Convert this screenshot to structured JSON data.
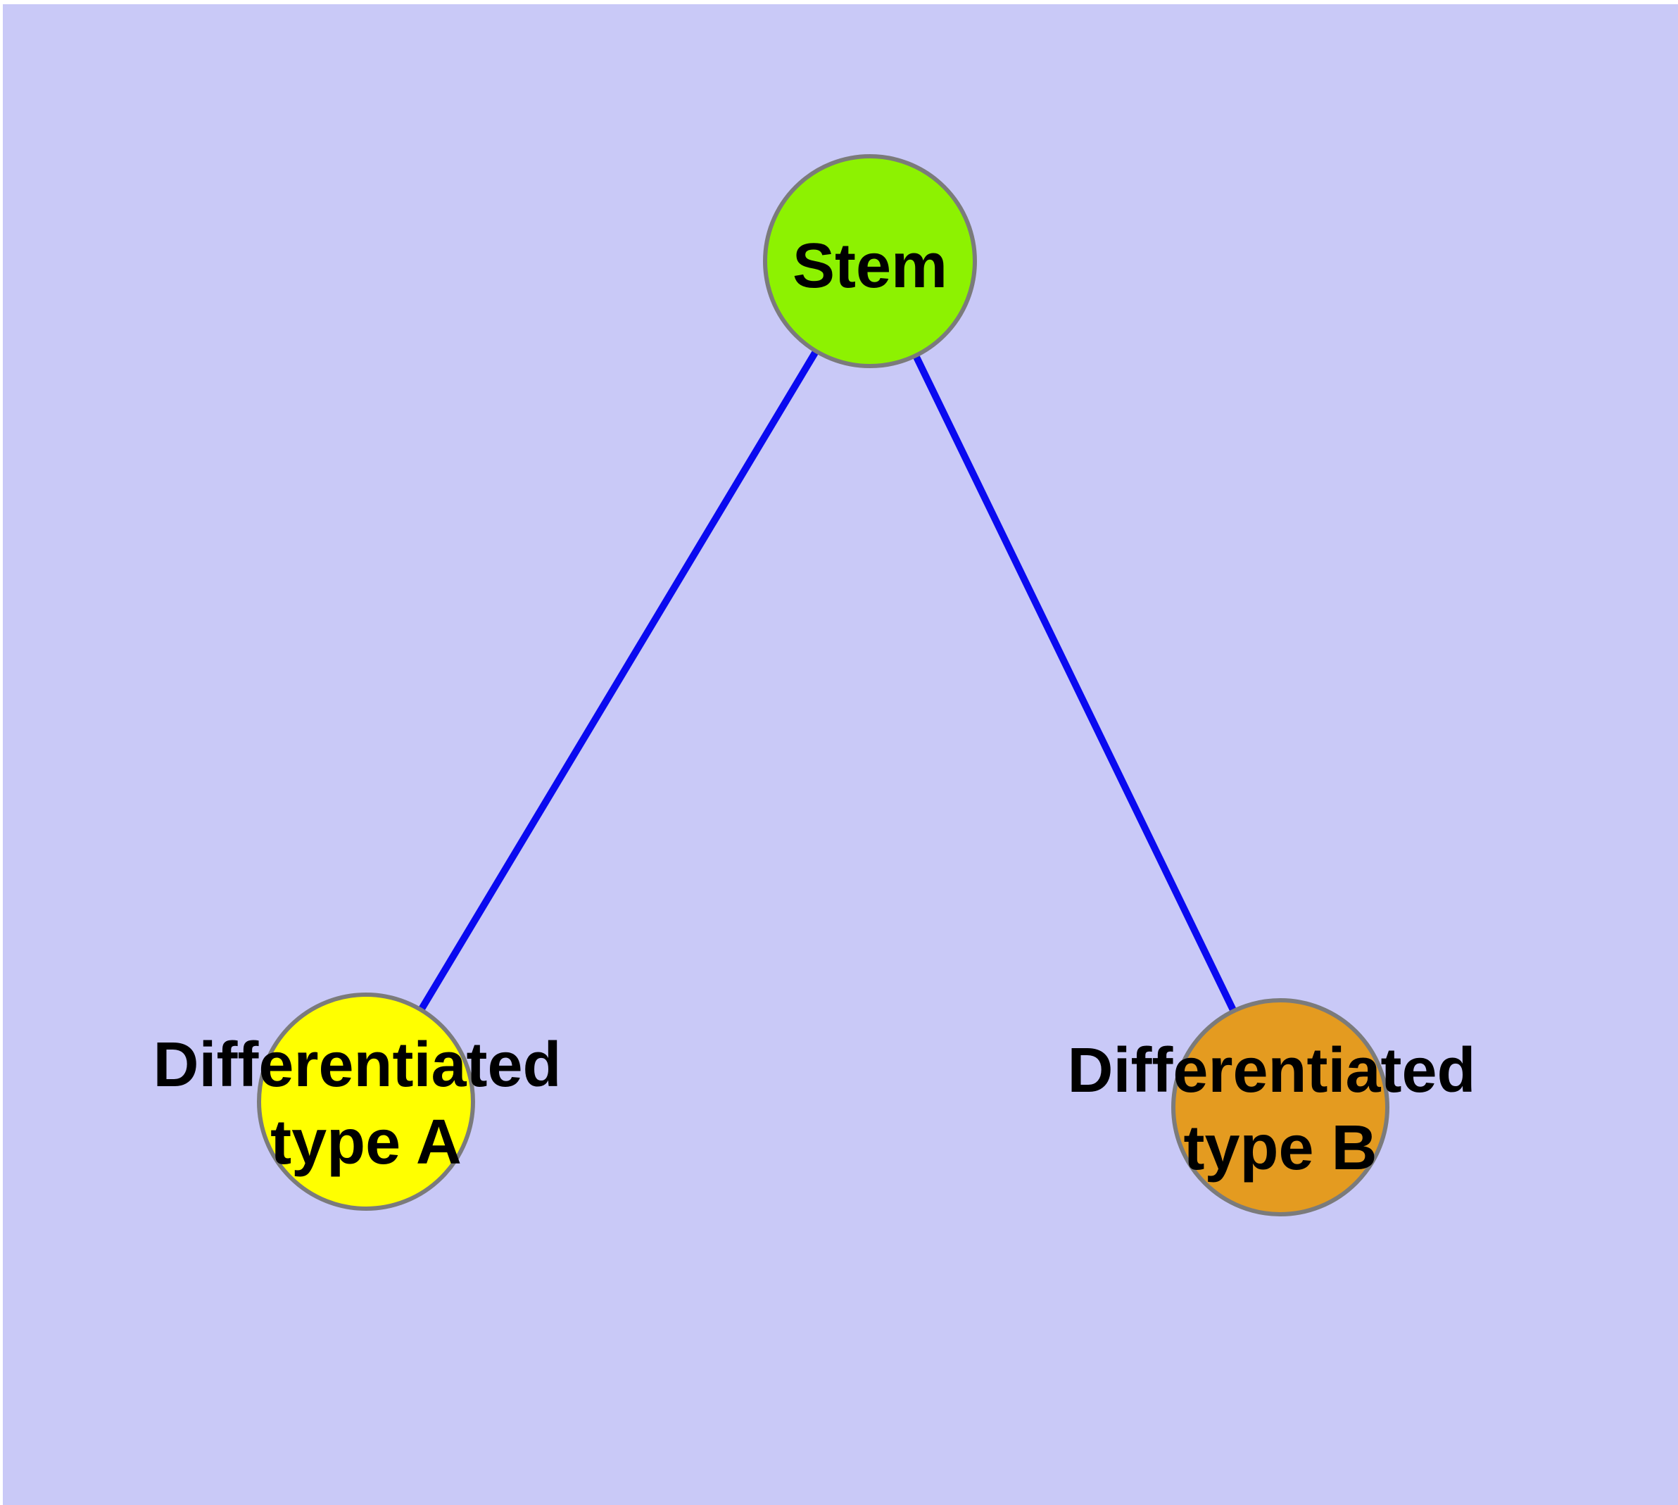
{
  "diagram": {
    "type": "node-link-graph",
    "background_color": "#C9C9F7",
    "frame_color": "#FFFFFF",
    "edge_color": "#0A0AF0",
    "node_border_color": "#7B7B7B",
    "label_color": "#000000",
    "nodes": [
      {
        "id": "stem",
        "label": "Stem",
        "lines": [
          "Stem"
        ],
        "fill": "#8DF201"
      },
      {
        "id": "differentiated-type-a",
        "label": "Differentiated type A",
        "lines": [
          "Differentiated",
          "type A"
        ],
        "fill": "#FFFF00"
      },
      {
        "id": "differentiated-type-b",
        "label": "Differentiated type B",
        "lines": [
          "Differentiated",
          "type B"
        ],
        "fill": "#E49B20"
      }
    ],
    "edges": [
      {
        "from": "Stem",
        "to": "Differentiated type A"
      },
      {
        "from": "Stem",
        "to": "Differentiated type B"
      }
    ]
  }
}
